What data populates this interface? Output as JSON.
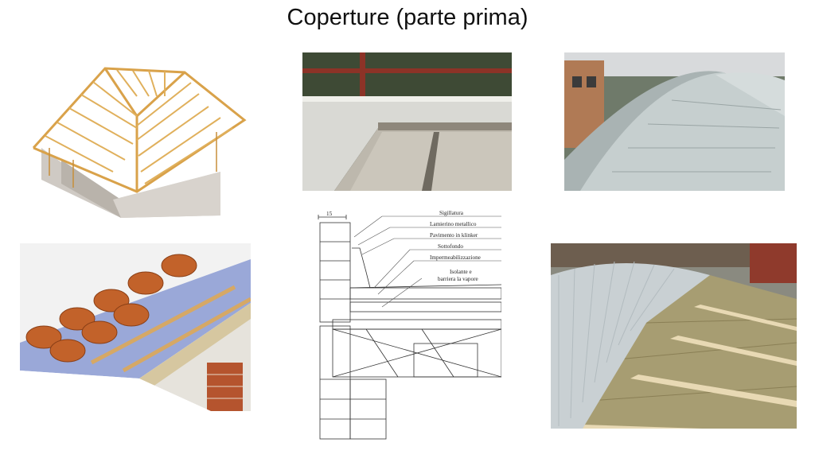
{
  "slide": {
    "title": "Coperture (parte prima)"
  },
  "detail_drawing": {
    "dimension": "15",
    "labels": [
      "Sigillatura",
      "Lamierino metallico",
      "Pavimento in klinker",
      "Sottofondo",
      "Impermeabilizzazione",
      "Isolante e",
      "barriera la vapore"
    ]
  }
}
